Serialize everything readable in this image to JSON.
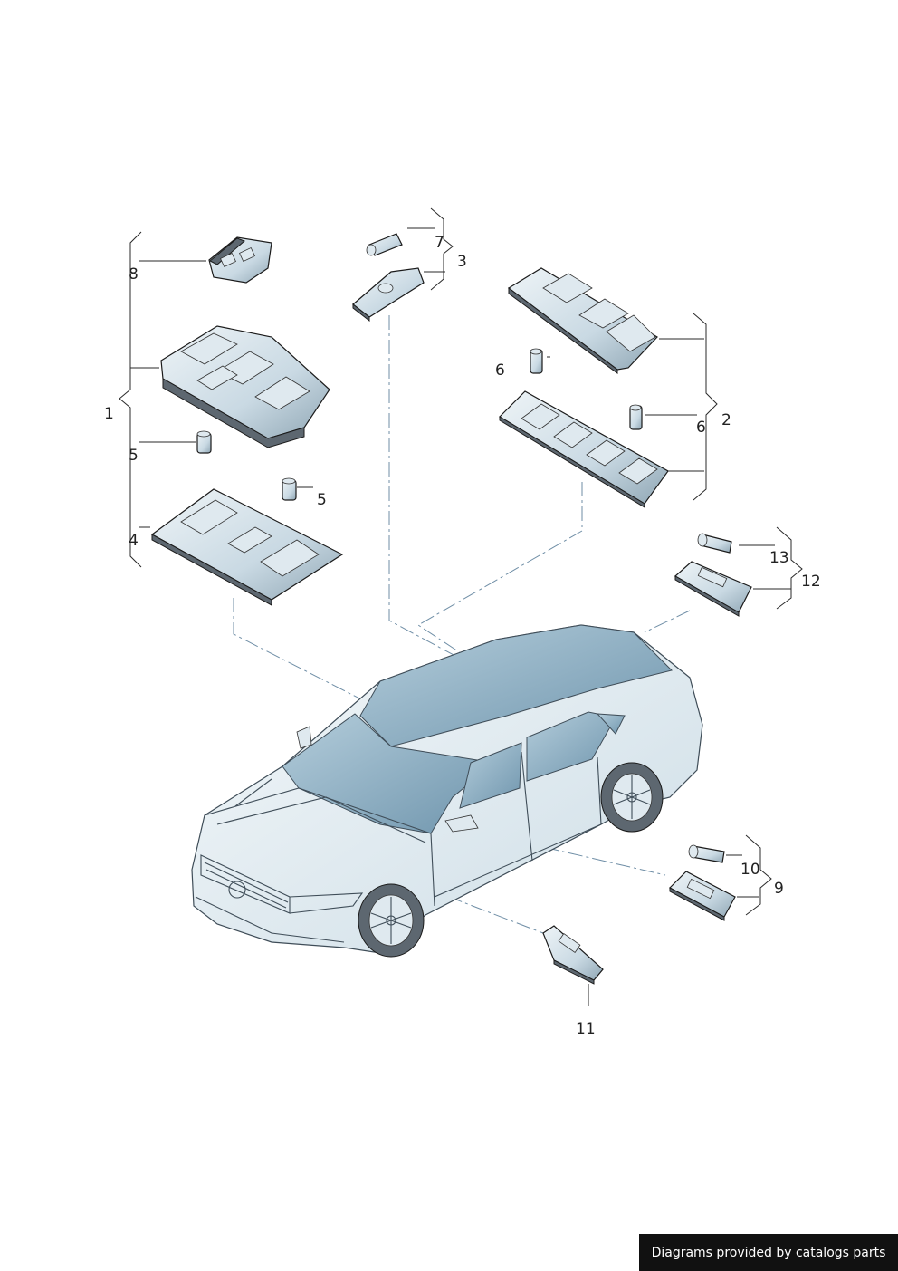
{
  "labels": {
    "p1": "1",
    "p2": "2",
    "p3": "3",
    "p4": "4",
    "p5a": "5",
    "p5b": "5",
    "p6a": "6",
    "p6b": "6",
    "p7": "7",
    "p8": "8",
    "p9": "9",
    "p10": "10",
    "p11": "11",
    "p12": "12",
    "p13": "13"
  },
  "credit": "Diagrams provided by catalogs parts",
  "colors": {
    "outline": "#1b1b1b",
    "part_fill": "#c9d9e3",
    "glass": "#7fa4ba",
    "leader_dash": "#6f8ea6",
    "credit_bg": "#111111"
  }
}
